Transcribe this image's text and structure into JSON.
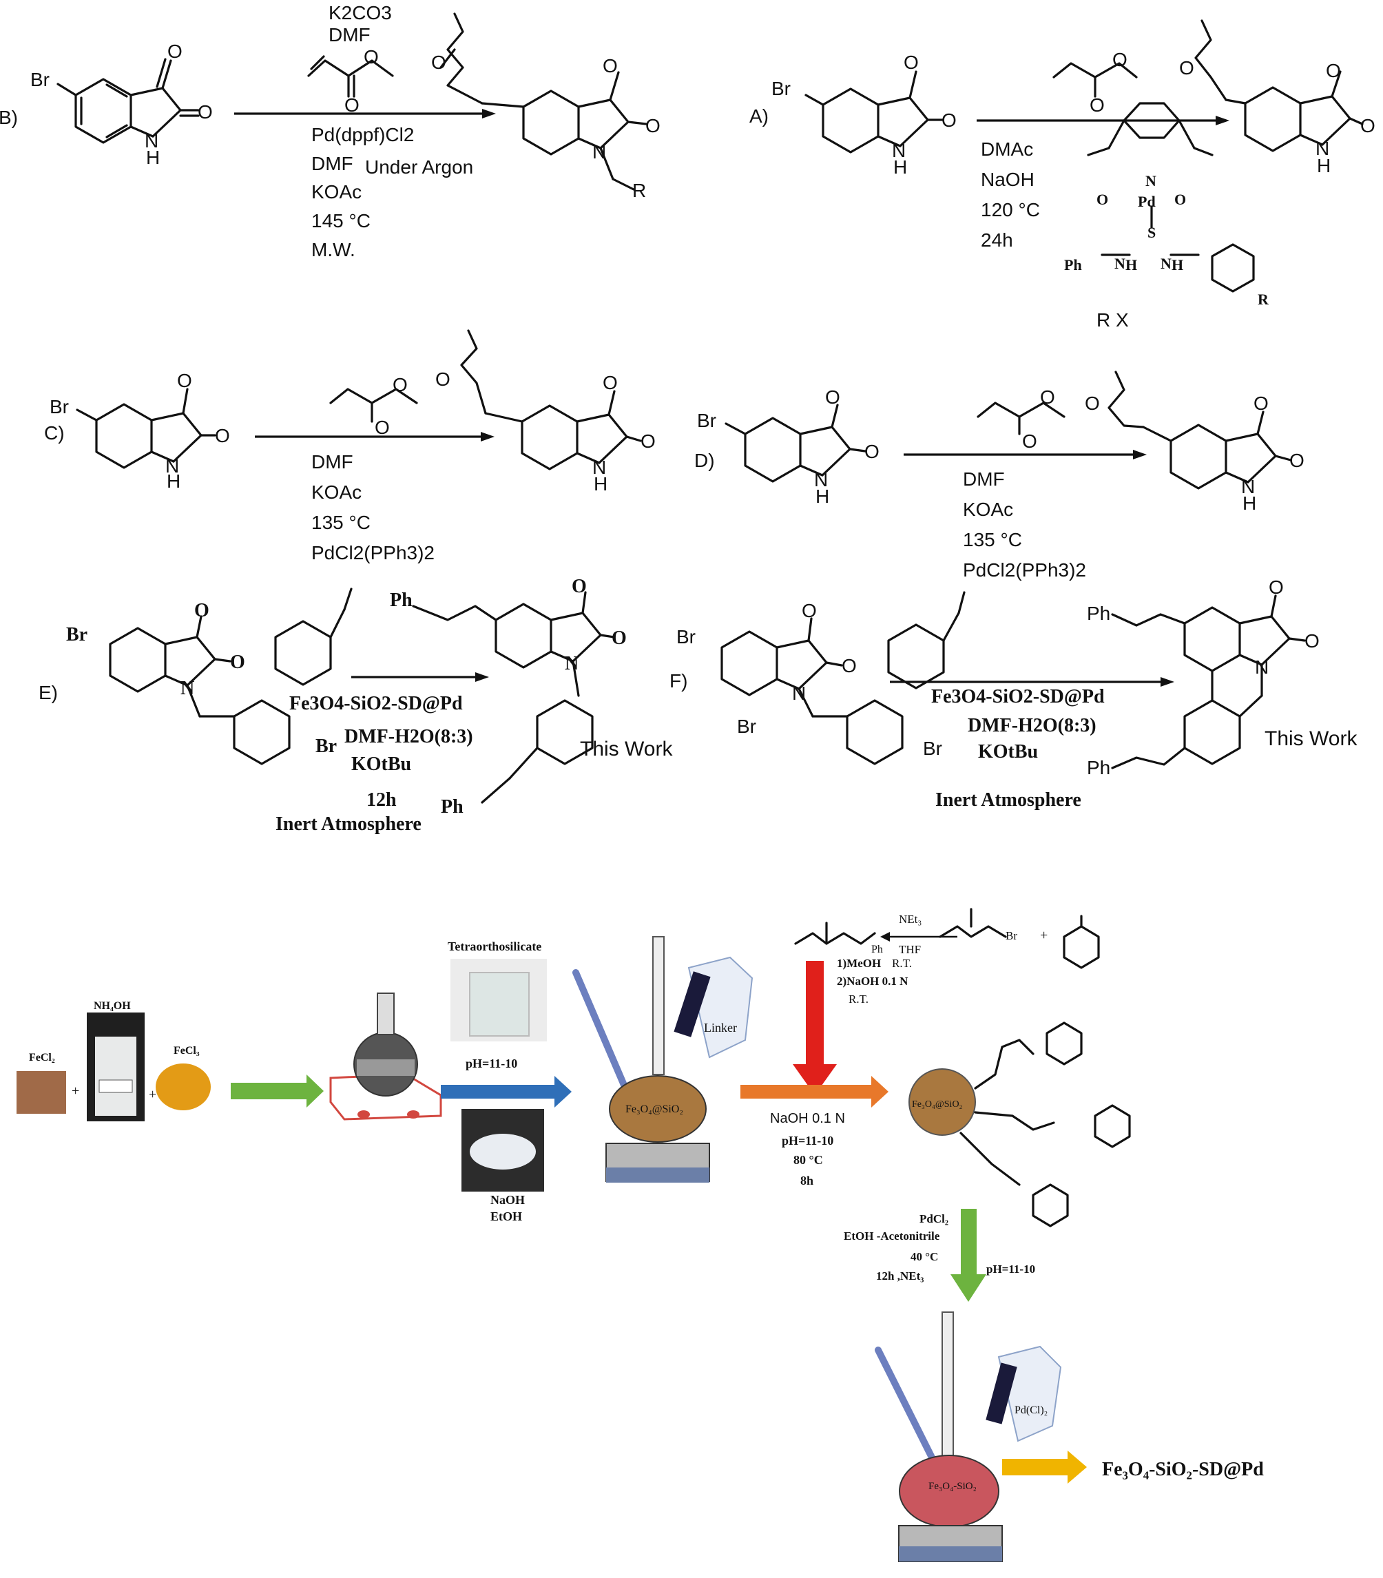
{
  "schemes": {
    "B": {
      "label": "B)",
      "reagents": [
        "K2CO3",
        "DMF"
      ],
      "conditions": [
        "Pd(dppf)Cl2",
        "DMF",
        "Under Argon",
        "KOAc",
        "145 °C",
        "M.W."
      ]
    },
    "A": {
      "label": "A)",
      "conditions": [
        "DMAc",
        "NaOH",
        "120 °C",
        "24h"
      ],
      "ligand_labels": [
        "N",
        "O",
        "O",
        "Pd",
        "S",
        "Ph",
        "N",
        "H",
        "N",
        "H",
        "R"
      ]
    },
    "C": {
      "label": "C)",
      "conditions": [
        "DMF",
        "KOAc",
        "135 °C",
        "PdCl2(PPh3)2"
      ]
    },
    "D": {
      "label": "D)",
      "conditions": [
        "DMF",
        "KOAc",
        "135 °C",
        "PdCl2(PPh3)2"
      ],
      "reagent_top": "R X"
    },
    "E": {
      "label": "E)",
      "conditions": [
        "Fe3O4-SiO2-SD@Pd",
        "DMF-H2O(8:3)",
        "KOtBu",
        "12h",
        "Inert Atmosphere"
      ],
      "note": "This Work"
    },
    "F": {
      "label": "F)",
      "conditions": [
        "Fe3O4-SiO2-SD@Pd",
        "DMF-H2O(8:3)",
        "KOtBu",
        "Inert Atmosphere"
      ],
      "note": "This Work"
    }
  },
  "atoms": {
    "Br": "Br",
    "O": "O",
    "N": "N",
    "H": "H",
    "R": "R",
    "Ph": "Ph"
  },
  "synthesis": {
    "fecl2": "FeCl₂",
    "nh4oh": "NH₄OH",
    "fecl3": "FeCl₃",
    "plus": "+",
    "teos": "Tetraorthosilicate",
    "ph1": "pH=11-10",
    "naoh_etoh": [
      "NaOH",
      "EtOH"
    ],
    "linker": "Linker",
    "fe3o4_sio2": "Fe₃O₄@SiO₂",
    "linker_reagents": [
      "NEt₃",
      "THF",
      "R.T.",
      "1)MeOH",
      "2)NaOH 0.1 N",
      "R.T."
    ],
    "step_conditions": [
      "NaOH 0.1 N",
      "pH=11-10",
      "80 °C",
      "8h"
    ],
    "pd_conditions": [
      "PdCl₂",
      "EtOH -Acetonitrile",
      "40 °C",
      "12h ,NEt₃"
    ],
    "ph2": "pH=11-10",
    "pdcl2_flag": "Pd(Cl)₂",
    "flask_label": "Fe₃O₄-SiO₂",
    "product": "Fe₃O₄-SiO₂-SD@Pd"
  },
  "colors": {
    "green_arrow": "#6db33f",
    "blue_arrow": "#2f6fb8",
    "orange_arrow": "#e8782a",
    "red_arrow": "#e0201b",
    "yellow_arrow": "#f0b400",
    "sphere": "#a9783f"
  }
}
